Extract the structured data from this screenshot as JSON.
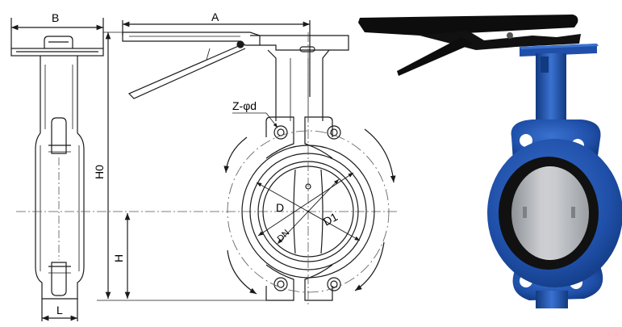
{
  "labels": {
    "b": "B",
    "a": "A",
    "h0": "H0",
    "h": "H",
    "l": "L",
    "z_phi_d": "Z-φd",
    "d": "D",
    "d1": "D1",
    "dn": "DN"
  },
  "colors": {
    "line": "#1a1a1a",
    "dash": "#555555",
    "valve_body": "#1f4fa8",
    "valve_body_dark": "#123a80",
    "valve_highlight": "#3a72d1",
    "disc": "#b9bcc0",
    "liner": "#111111",
    "handle": "#0d0d0d"
  },
  "icons": {
    "photo": "butterfly-valve-photo"
  }
}
